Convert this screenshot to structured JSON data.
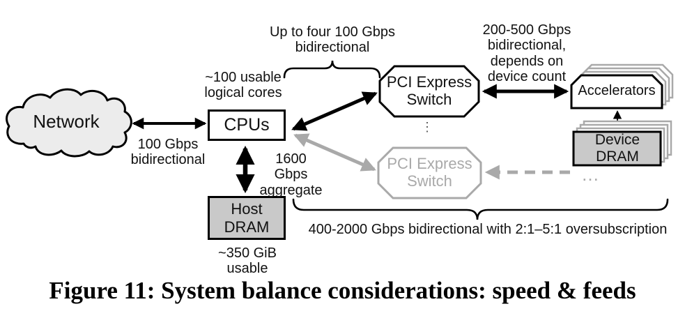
{
  "caption": "Figure 11: System balance considerations: speed & feeds",
  "nodes": {
    "network": "Network",
    "cpus": "CPUs",
    "host_dram": "Host DRAM",
    "pci_switch": "PCI Express Switch",
    "accelerators": "Accelerators",
    "device_dram": "Device DRAM"
  },
  "annotations": {
    "net_link": "100 Gbps bidirectional",
    "cores": "~100 usable logical cores",
    "up_to_four": "Up to four 100 Gbps bidirectional",
    "switch_accel": "200-500 Gbps bidirectional, depends on device count",
    "dram_bw": "1600 Gbps aggregate",
    "dram_capacity": "~350 GiB usable",
    "oversub": "400-2000 Gbps bidirectional with 2:1–5:1 oversubscription",
    "vertical_ellipsis": "⋮",
    "horizontal_ellipsis": "…"
  },
  "colors": {
    "ink": "#000000",
    "muted_gray": "#a9a9a9",
    "dram_fill": "#c9c9c9",
    "cloud_fill": "#ececec"
  }
}
